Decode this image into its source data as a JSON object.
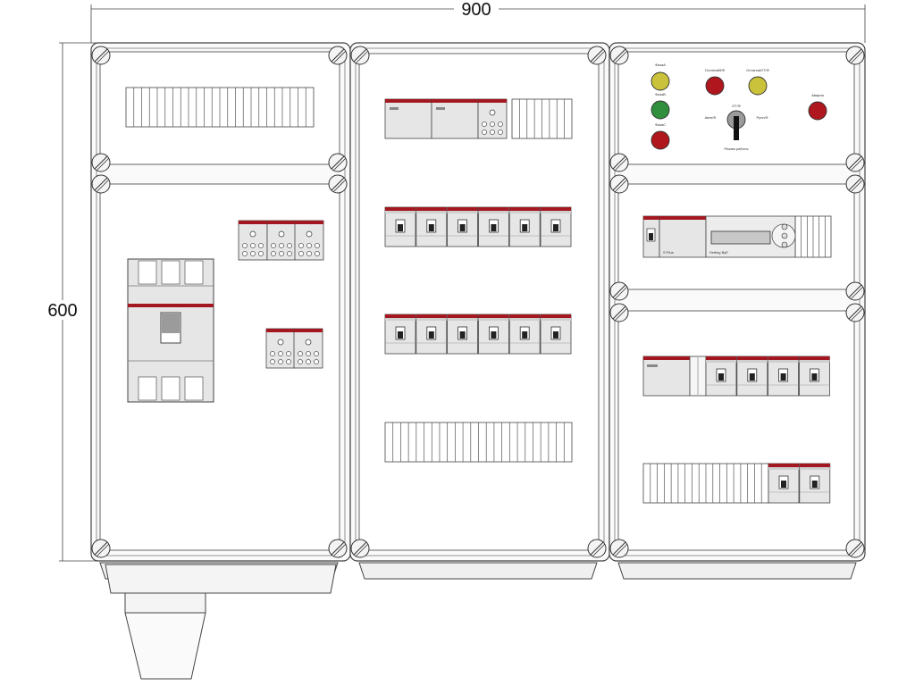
{
  "dimensions": {
    "width": "900",
    "height": "600"
  },
  "indicators": {
    "phase_a": "ФазаА",
    "phase_b": "ФазаB",
    "phase_c": "ФазаC",
    "pump_off": "ОстановВ/Ф",
    "pump_on": "ОстановОТ/Ф",
    "alarm": "Авария",
    "switch_top": "ОТ/Ф",
    "switch_left": "Авто/Ф",
    "switch_right": "Ручн/Ф",
    "switch_bottom": "Режим работы"
  },
  "controller": {
    "label_left": "S·Plus",
    "label_right": "Setting ByE"
  },
  "colors": {
    "yellow_lamp": "#c9c23a",
    "green_lamp": "#2f8f3c",
    "red_lamp": "#b0161e",
    "device_red_stripe": "#a31820",
    "device_body": "#e4e4e4",
    "frame": "#555555"
  },
  "icons": [
    "screw-icon",
    "indicator-lamp-icon",
    "selector-switch-icon",
    "circuit-breaker-icon"
  ]
}
